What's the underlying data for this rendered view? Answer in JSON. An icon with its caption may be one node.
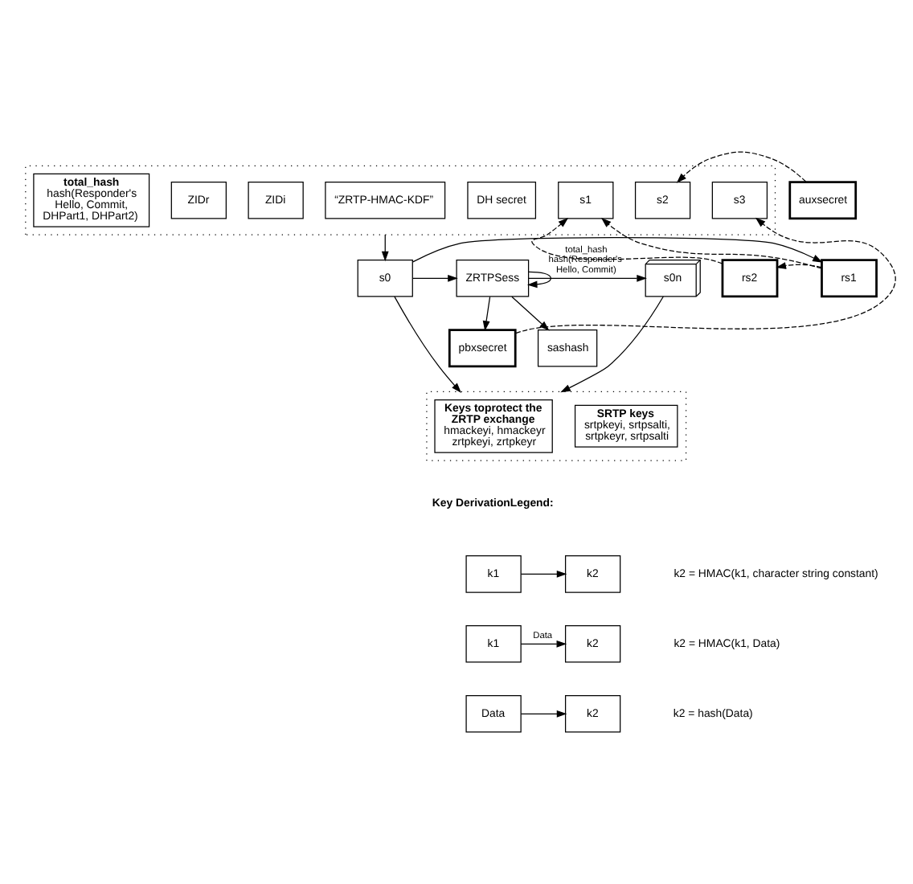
{
  "diagram": {
    "nodes": [
      {
        "text": [],
        "shape": "box"
      },
      {
        "text": [
          "s3"
        ],
        "in": 0
      },
      {
        "text": [
          "s2"
        ],
        "in": 0
      },
      {
        "text": [
          "s1"
        ],
        "in": 0
      },
      {
        "text": [
          "DH secret"
        ],
        "in": 0
      },
      {
        "text": [
          "“ZRTP-HMAC-KDF”"
        ],
        "in": 0
      },
      {
        "text": [
          "ZIDi"
        ],
        "in": 0
      },
      {
        "text": [
          "ZIDr"
        ],
        "in": 0
      },
      {
        "text": [
          "total_hash",
          "hash(Responder's Hello, Commit, DHPart1, DHPart2)"
        ],
        "in": 0
      },
      {
        "text": [
          "rs2"
        ]
      },
      {
        "text": [
          "rs1"
        ]
      },
      {
        "text": [
          "s0"
        ]
      },
      {
        "text": [
          "ZRTPSess"
        ]
      },
      {
        "text": [
          "s0n"
        ]
      },
      {
        "text": [
          "auxsecret"
        ]
      },
      {
        "text": [
          "pbxsecret"
        ]
      },
      {
        "text": [
          "sashash"
        ]
      },
      {
        "text": [],
        "shape": "box"
      },
      {
        "text": [
          "SRTP keys",
          "srtpkeyi, srtpsalti, srtpkeyr, srtpsalti"
        ],
        "in": 17
      },
      {
        "text": [
          "Keys toprotect the ZRTP exchange",
          "hmackeyi, hmackeyr zrtpkeyi, zrtpkeyr"
        ],
        "in": 17
      },
      {
        "text": [
          "k1"
        ]
      },
      {
        "text": [
          "k2"
        ]
      },
      {
        "text": [
          "k1"
        ]
      },
      {
        "text": [
          "k2"
        ]
      },
      {
        "text": [
          "Data"
        ]
      },
      {
        "text": [
          "k2"
        ]
      }
    ],
    "edges": [
      {
        "from": 0,
        "to": 11,
        "arrow": "to"
      },
      {
        "from": 11,
        "to": 10,
        "arrow": "to"
      },
      {
        "from": 10,
        "to": 9,
        "arrow": "to",
        "style": "dashed"
      },
      {
        "from": 9,
        "to": 3,
        "arrow": "to",
        "style": "dashed"
      },
      {
        "from": 10,
        "to": 3,
        "arrow": "to",
        "style": "dashed"
      },
      {
        "from": 14,
        "to": 2,
        "arrow": "to",
        "style": "dashed"
      },
      {
        "from": 15,
        "to": 1,
        "arrow": "to",
        "style": "dashed"
      },
      {
        "from": 11,
        "to": 12,
        "arrow": "to"
      },
      {
        "from": 12,
        "to": 12,
        "arrow": "to"
      },
      {
        "from": 12,
        "to": 13,
        "arrow": "to",
        "label": "total_hash hash(Responder's Hello, Commit)"
      },
      {
        "from": 12,
        "to": 15,
        "arrow": "to"
      },
      {
        "from": 12,
        "to": 16,
        "arrow": "to"
      },
      {
        "from": 11,
        "to": 17,
        "arrow": "to"
      },
      {
        "from": 13,
        "to": 17,
        "arrow": "to"
      },
      {
        "from": 20,
        "to": 21,
        "arrow": "to"
      },
      {
        "from": 22,
        "to": 23,
        "arrow": "to",
        "label": "Data"
      },
      {
        "from": 24,
        "to": 25,
        "arrow": "to"
      }
    ],
    "labels": [
      "Key DerivationLegend:",
      "k2 = HMAC(k1, character string constant)",
      "k2 = HMAC(k1, Data)",
      "k2 = hash(Data)"
    ]
  }
}
